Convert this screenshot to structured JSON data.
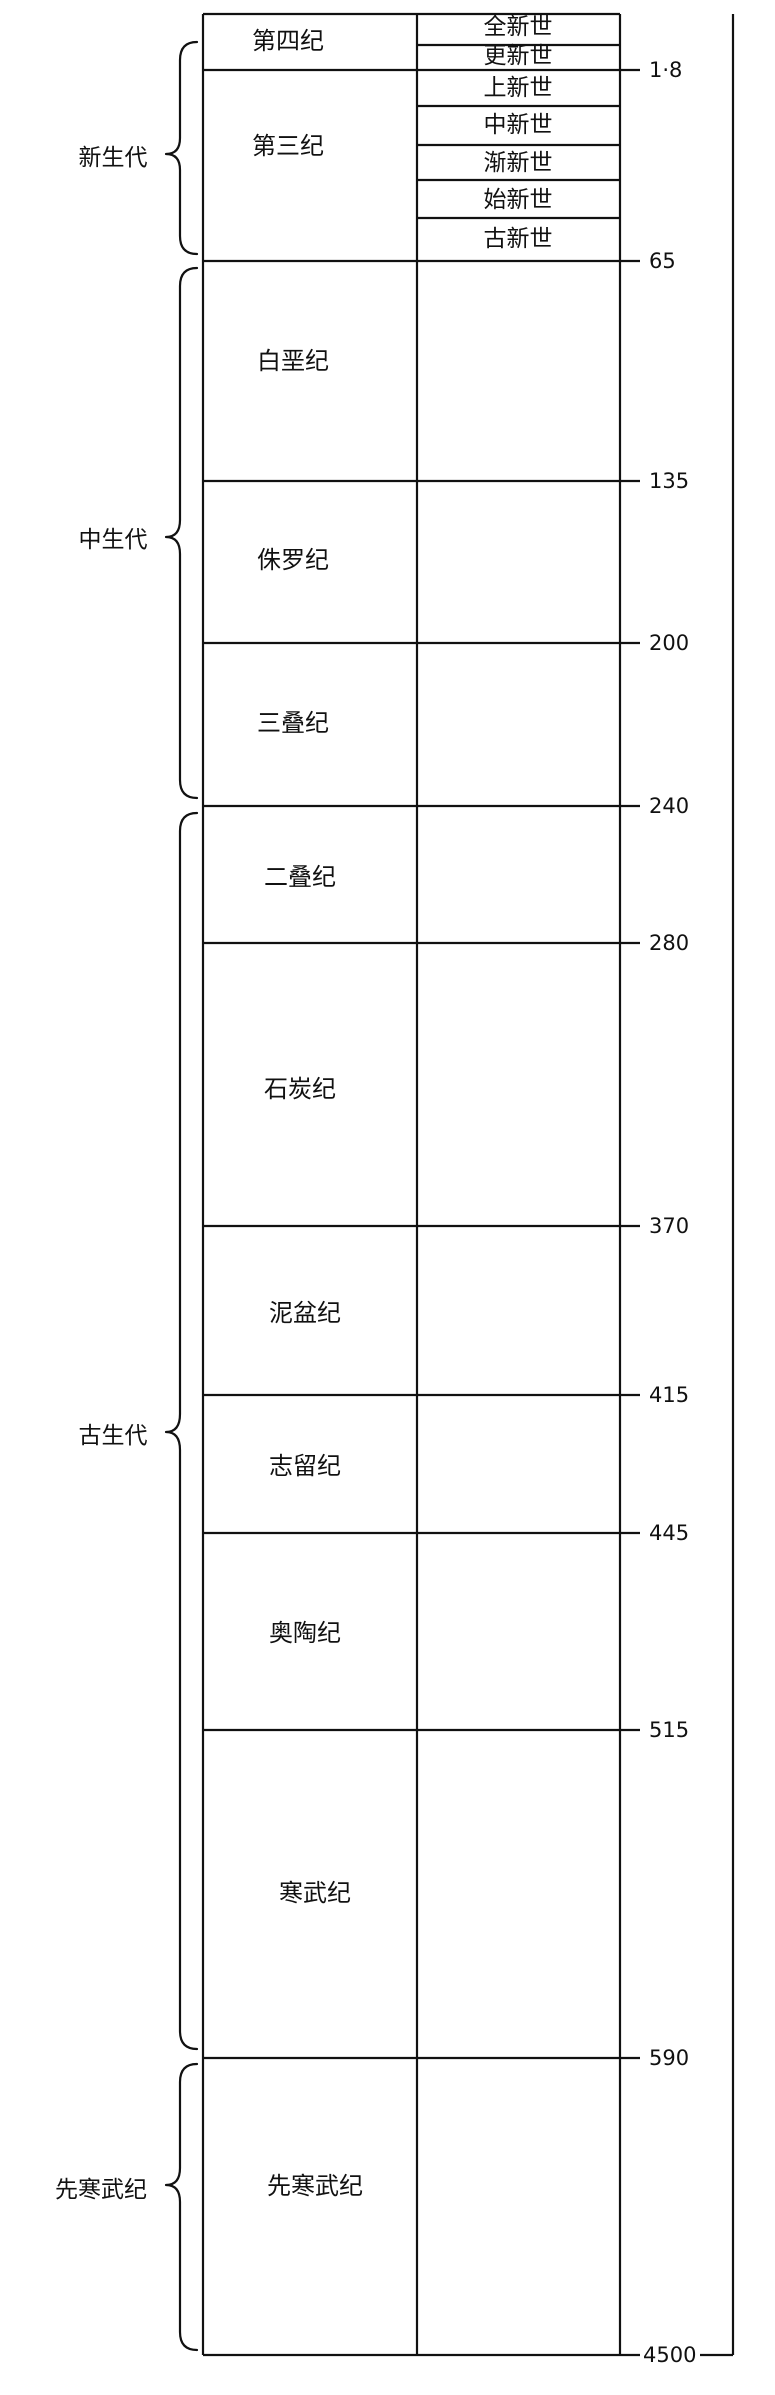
{
  "eras": [
    {
      "id": "era-cenozoic",
      "label": "新生代"
    },
    {
      "id": "era-mesozoic",
      "label": "中生代"
    },
    {
      "id": "era-paleozoic",
      "label": "古生代"
    },
    {
      "id": "era-precambrian",
      "label": "先寒武纪"
    }
  ],
  "periods": [
    {
      "id": "period-quaternary",
      "label": "第四纪"
    },
    {
      "id": "period-tertiary",
      "label": "第三纪"
    },
    {
      "id": "period-cretaceous",
      "label": "白垩纪"
    },
    {
      "id": "period-jurassic",
      "label": "侏罗纪"
    },
    {
      "id": "period-triassic",
      "label": "三叠纪"
    },
    {
      "id": "period-permian",
      "label": "二叠纪"
    },
    {
      "id": "period-carboniferous",
      "label": "石炭纪"
    },
    {
      "id": "period-devonian",
      "label": "泥盆纪"
    },
    {
      "id": "period-silurian",
      "label": "志留纪"
    },
    {
      "id": "period-ordovician",
      "label": "奥陶纪"
    },
    {
      "id": "period-cambrian",
      "label": "寒武纪"
    },
    {
      "id": "period-precambrian",
      "label": "先寒武纪"
    }
  ],
  "epochs": [
    {
      "id": "epoch-holocene",
      "label": "全新世"
    },
    {
      "id": "epoch-pleistocene",
      "label": "更新世"
    },
    {
      "id": "epoch-pliocene",
      "label": "上新世"
    },
    {
      "id": "epoch-miocene",
      "label": "中新世"
    },
    {
      "id": "epoch-oligocene",
      "label": "渐新世"
    },
    {
      "id": "epoch-eocene",
      "label": "始新世"
    },
    {
      "id": "epoch-paleocene",
      "label": "古新世"
    }
  ],
  "boundaries": [
    {
      "id": "age-1-8",
      "label": "1·8"
    },
    {
      "id": "age-65",
      "label": "65"
    },
    {
      "id": "age-135",
      "label": "135"
    },
    {
      "id": "age-200",
      "label": "200"
    },
    {
      "id": "age-240",
      "label": "240"
    },
    {
      "id": "age-280",
      "label": "280"
    },
    {
      "id": "age-370",
      "label": "370"
    },
    {
      "id": "age-415",
      "label": "415"
    },
    {
      "id": "age-445",
      "label": "445"
    },
    {
      "id": "age-515",
      "label": "515"
    },
    {
      "id": "age-590",
      "label": "590"
    },
    {
      "id": "age-4500",
      "label": "4500"
    }
  ]
}
